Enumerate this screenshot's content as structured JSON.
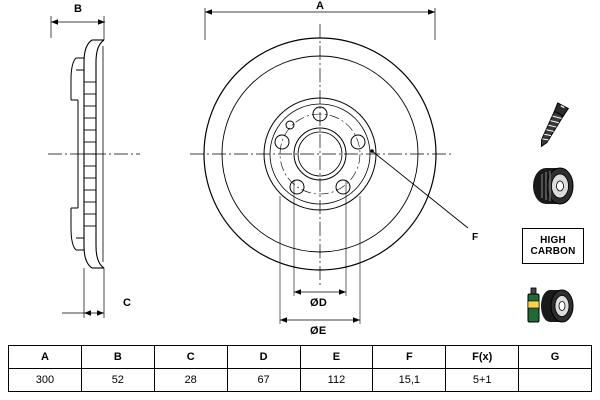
{
  "diagram": {
    "title": "brake-disc-technical-drawing",
    "dimension_labels": {
      "A": "A",
      "B": "B",
      "C": "C",
      "D": "ØD",
      "E": "ØE",
      "F": "F"
    },
    "callouts": [
      {
        "name": "F",
        "label": "F"
      }
    ],
    "badges": {
      "high_carbon_line1": "HIGH",
      "high_carbon_line2": "CARBON"
    }
  },
  "table": {
    "headers": [
      "A",
      "B",
      "C",
      "D",
      "E",
      "F",
      "F(x)",
      "G"
    ],
    "values": [
      "300",
      "52",
      "28",
      "67",
      "112",
      "15,1",
      "5+1",
      ""
    ]
  },
  "colors": {
    "line": "#000000",
    "background": "#ffffff",
    "hatch": "#000000"
  }
}
